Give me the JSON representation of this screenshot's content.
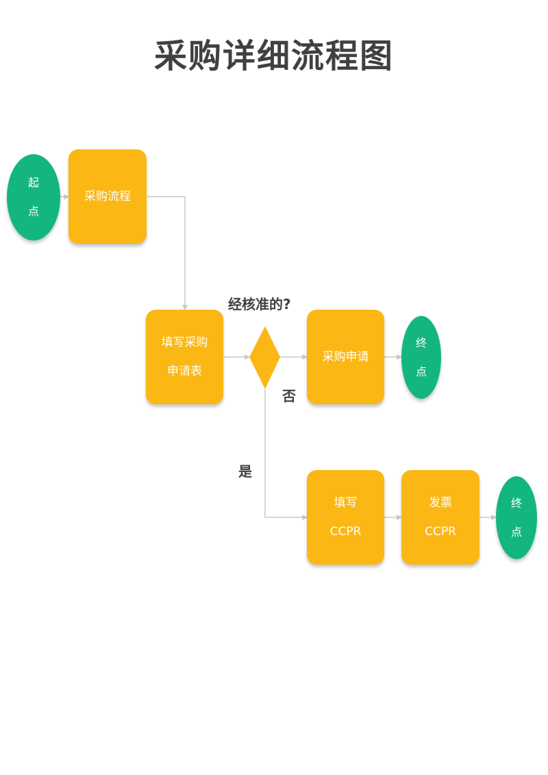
{
  "title": "采购详细流程图",
  "colors": {
    "process_fill": "#FBB714",
    "terminal_fill": "#14B67F",
    "connector": "#C8C8C8",
    "title_text": "#404040"
  },
  "nodes": {
    "start": {
      "line1": "起",
      "line2": "点"
    },
    "purchase_process": {
      "label": "采购流程"
    },
    "fill_request": {
      "line1": "填写采购",
      "line2": "申请表"
    },
    "purchase_request": {
      "label": "采购申请"
    },
    "end_top": {
      "line1": "终",
      "line2": "点"
    },
    "fill_ccpr": {
      "line1": "填写",
      "line2": "CCPR"
    },
    "invoice_ccpr": {
      "line1": "发票",
      "line2": "CCPR"
    },
    "end_bottom": {
      "line1": "终",
      "line2": "点"
    }
  },
  "decision": {
    "question": "经核准的?",
    "no_label": "否",
    "yes_label": "是"
  }
}
